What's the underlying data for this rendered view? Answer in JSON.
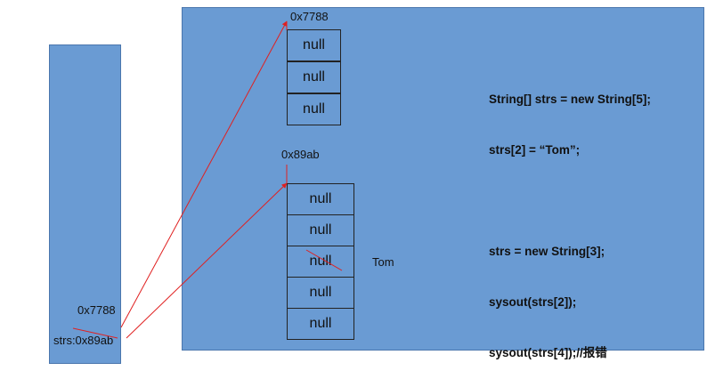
{
  "stack": {
    "ref_old": "0x7788",
    "ref_var": "strs:0x89ab"
  },
  "heap": {
    "array1": {
      "address": "0x7788",
      "cells": [
        "null",
        "null",
        "null"
      ]
    },
    "array2": {
      "address": "0x89ab",
      "cells": [
        "null",
        "null",
        "null",
        "null",
        "null"
      ]
    },
    "string_value": "Tom"
  },
  "code": [
    "String[] strs = new String[5];",
    "strs[2] = “Tom”;",
    "",
    "strs = new String[3];",
    "sysout(strs[2]);",
    "sysout(strs[4]);//报错"
  ],
  "colors": {
    "panel": "#6a9bd3",
    "arrow": "#e02020"
  }
}
